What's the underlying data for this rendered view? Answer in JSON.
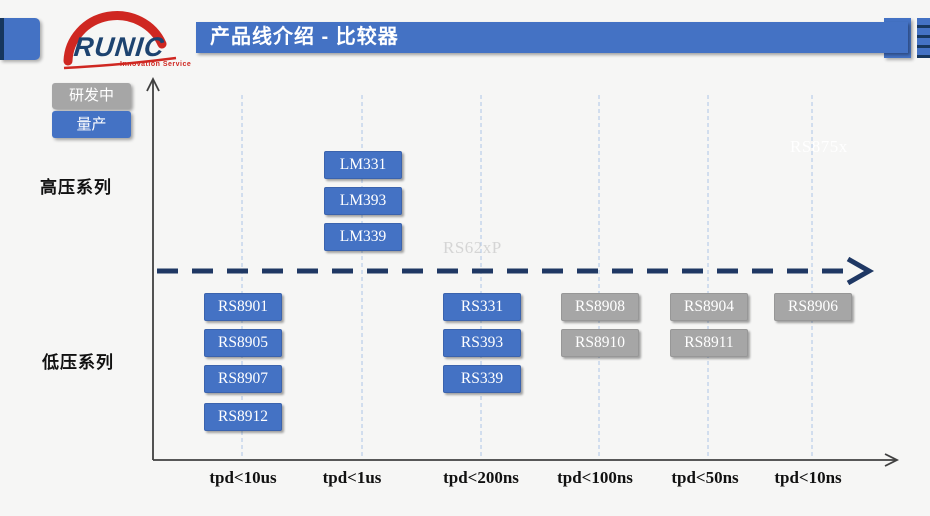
{
  "header": {
    "title": "产品线介绍 - 比较器"
  },
  "logo": {
    "name": "RUNIC",
    "tagline": "Innovation Service"
  },
  "legend": {
    "items": [
      {
        "label": "研发中",
        "color": "#A6A6A6"
      },
      {
        "label": "量产",
        "color": "#4472C4"
      }
    ]
  },
  "colors": {
    "production_blue": "#4472C4",
    "development_gray": "#A6A6A6",
    "title_bar_blue": "#4472C4",
    "dashed_divider_navy": "#1F3864",
    "gridline_light_blue": "#B9CDE8",
    "axis_dark": "#404040",
    "logo_red": "#CF2721",
    "logo_dark_blue": "#1D4370"
  },
  "watermarks": [
    "RS62xP",
    "RS875x"
  ],
  "chart_data": {
    "type": "scatter",
    "title": "产品线介绍 - 比较器",
    "xlabel": "",
    "ylabel": "",
    "x_categories": [
      "tpd<10us",
      "tpd<1us",
      "tpd<200ns",
      "tpd<100ns",
      "tpd<50ns",
      "tpd<10ns"
    ],
    "y_groups": [
      "高压系列",
      "低压系列"
    ],
    "legend_entries": [
      "研发中",
      "量产"
    ],
    "grid": "vertical-dashed",
    "products": [
      {
        "name": "LM331",
        "tpd": "tpd<1us",
        "group": "高压系列",
        "status": "量产"
      },
      {
        "name": "LM393",
        "tpd": "tpd<1us",
        "group": "高压系列",
        "status": "量产"
      },
      {
        "name": "LM339",
        "tpd": "tpd<1us",
        "group": "高压系列",
        "status": "量产"
      },
      {
        "name": "RS8901",
        "tpd": "tpd<10us",
        "group": "低压系列",
        "status": "量产"
      },
      {
        "name": "RS8905",
        "tpd": "tpd<10us",
        "group": "低压系列",
        "status": "量产"
      },
      {
        "name": "RS8907",
        "tpd": "tpd<10us",
        "group": "低压系列",
        "status": "量产"
      },
      {
        "name": "RS8912",
        "tpd": "tpd<10us",
        "group": "低压系列",
        "status": "量产"
      },
      {
        "name": "RS331",
        "tpd": "tpd<200ns",
        "group": "低压系列",
        "status": "量产"
      },
      {
        "name": "RS393",
        "tpd": "tpd<200ns",
        "group": "低压系列",
        "status": "量产"
      },
      {
        "name": "RS339",
        "tpd": "tpd<200ns",
        "group": "低压系列",
        "status": "量产"
      },
      {
        "name": "RS8908",
        "tpd": "tpd<100ns",
        "group": "低压系列",
        "status": "研发中"
      },
      {
        "name": "RS8910",
        "tpd": "tpd<100ns",
        "group": "低压系列",
        "status": "研发中"
      },
      {
        "name": "RS8904",
        "tpd": "tpd<50ns",
        "group": "低压系列",
        "status": "研发中"
      },
      {
        "name": "RS8911",
        "tpd": "tpd<50ns",
        "group": "低压系列",
        "status": "研发中"
      },
      {
        "name": "RS8906",
        "tpd": "tpd<10ns",
        "group": "低压系列",
        "status": "研发中"
      }
    ]
  }
}
